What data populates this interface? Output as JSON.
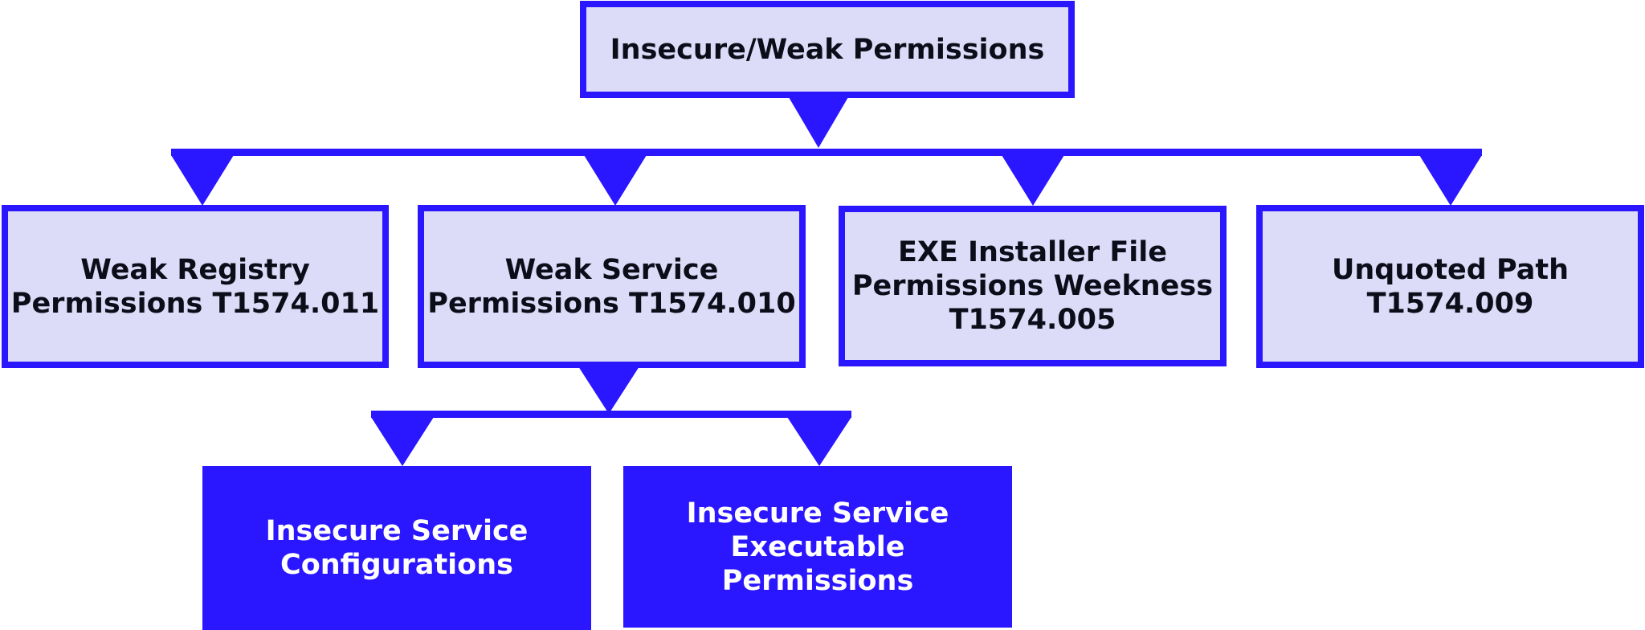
{
  "colors": {
    "accent": "#2a16ff",
    "box_fill": "#dcdcf8",
    "box_text": "#0d0d1a",
    "dark_box_text": "#ffffff"
  },
  "root": {
    "lines": [
      "Insecure/Weak Permissions"
    ]
  },
  "children": [
    {
      "lines": [
        "Weak Registry",
        "Permissions T1574.011"
      ]
    },
    {
      "lines": [
        "Weak Service",
        "Permissions T1574.010"
      ]
    },
    {
      "lines": [
        "EXE Installer File",
        "Permissions Weekness",
        "T1574.005"
      ]
    },
    {
      "lines": [
        "Unquoted Path",
        "T1574.009"
      ]
    }
  ],
  "grandchildren": [
    {
      "lines": [
        "Insecure Service",
        "Configurations"
      ]
    },
    {
      "lines": [
        "Insecure Service",
        "Executable",
        "Permissions"
      ]
    }
  ]
}
